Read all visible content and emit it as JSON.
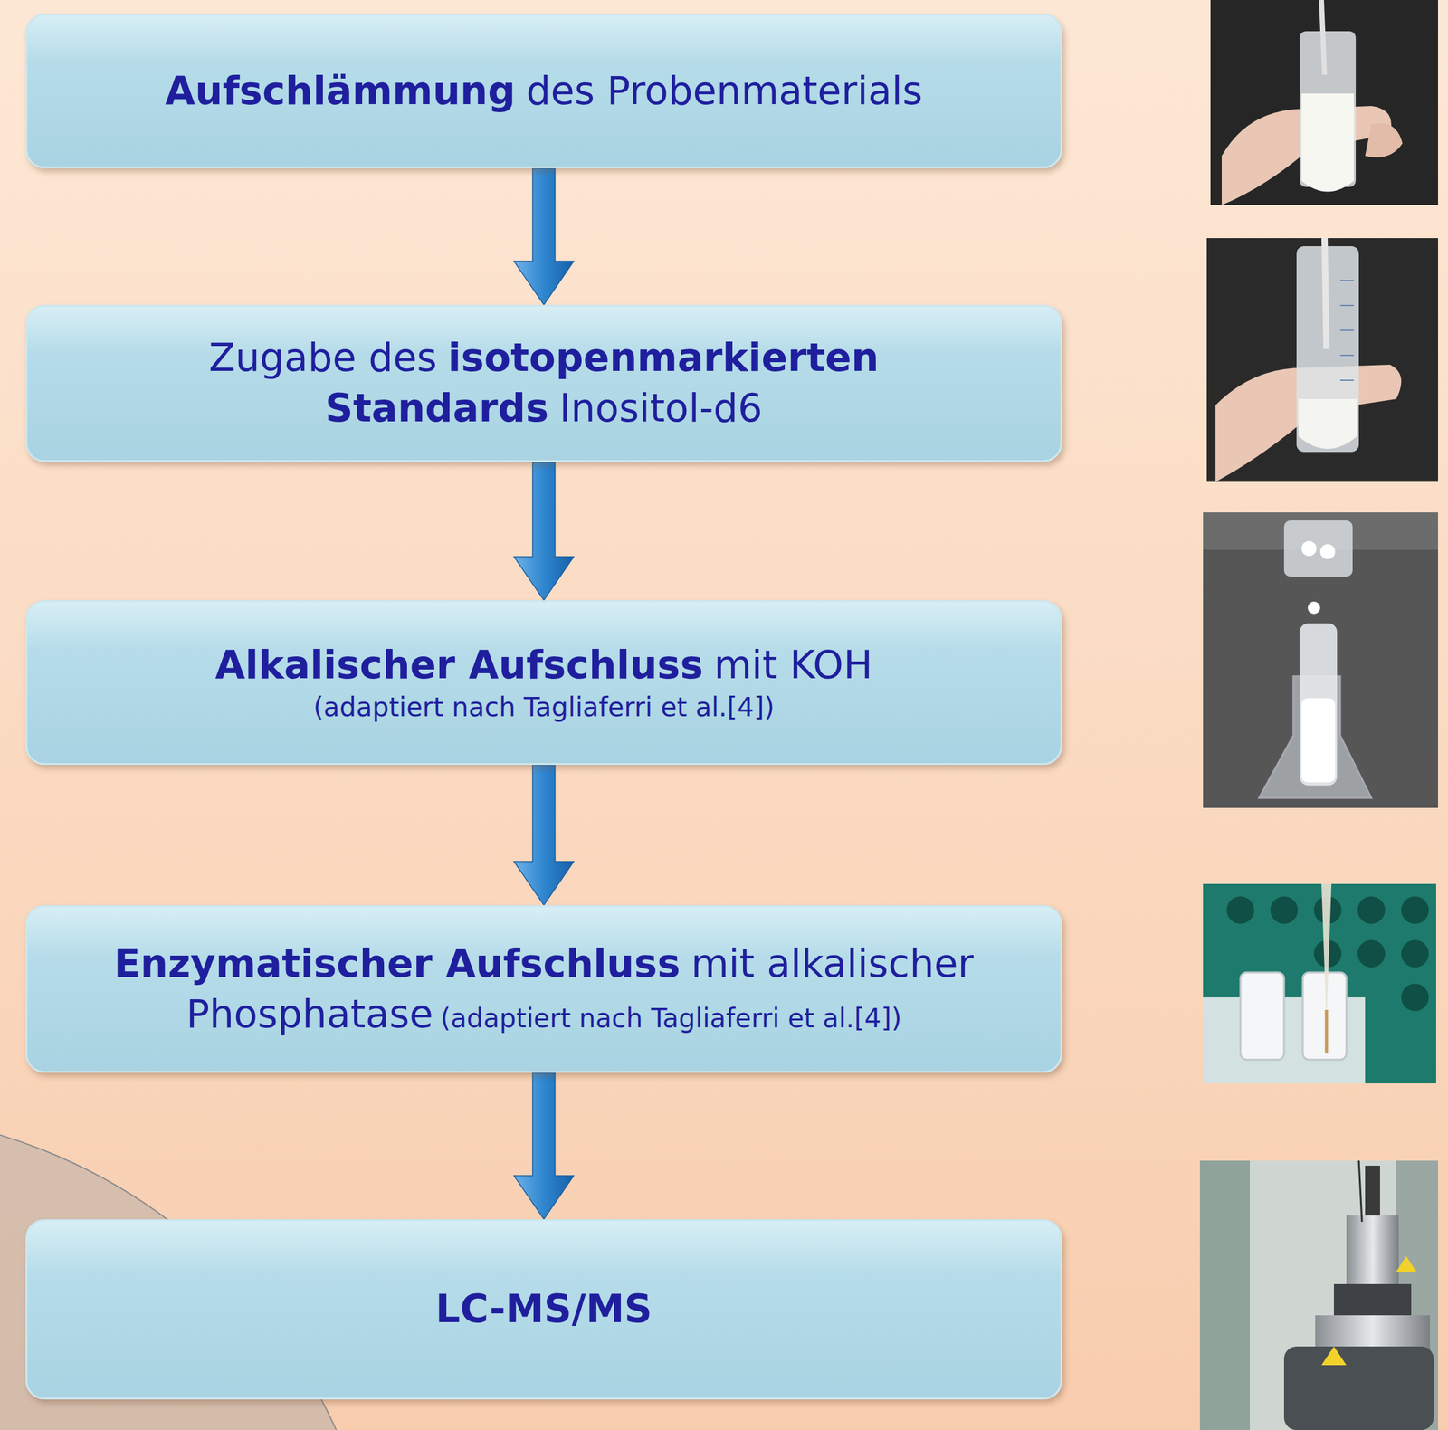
{
  "diagram": {
    "nodes": [
      {
        "text": [
          "Aufschlämmung",
          "des Probenmaterials"
        ]
      },
      {
        "text": [
          "Zugabe des",
          "isotopenmarkierten Standards",
          "Inositol-d6"
        ]
      },
      {
        "text": [
          "Alkalischer Aufschluss",
          "mit KOH",
          "(adaptiert nach Tagliaferri et al.[4])"
        ]
      },
      {
        "text": [
          "Enzymatischer Aufschluss",
          "mit alkalischer Phosphatase",
          "(adaptiert nach Tagliaferri et al.[4])"
        ]
      },
      {
        "text": [
          "LC-MS/MS"
        ]
      }
    ],
    "edges": [
      {
        "from": 0,
        "to": 1,
        "arrow": "to"
      },
      {
        "from": 1,
        "to": 2,
        "arrow": "to"
      },
      {
        "from": 2,
        "to": 3,
        "arrow": "to"
      },
      {
        "from": 3,
        "to": 4,
        "arrow": "to"
      }
    ]
  }
}
